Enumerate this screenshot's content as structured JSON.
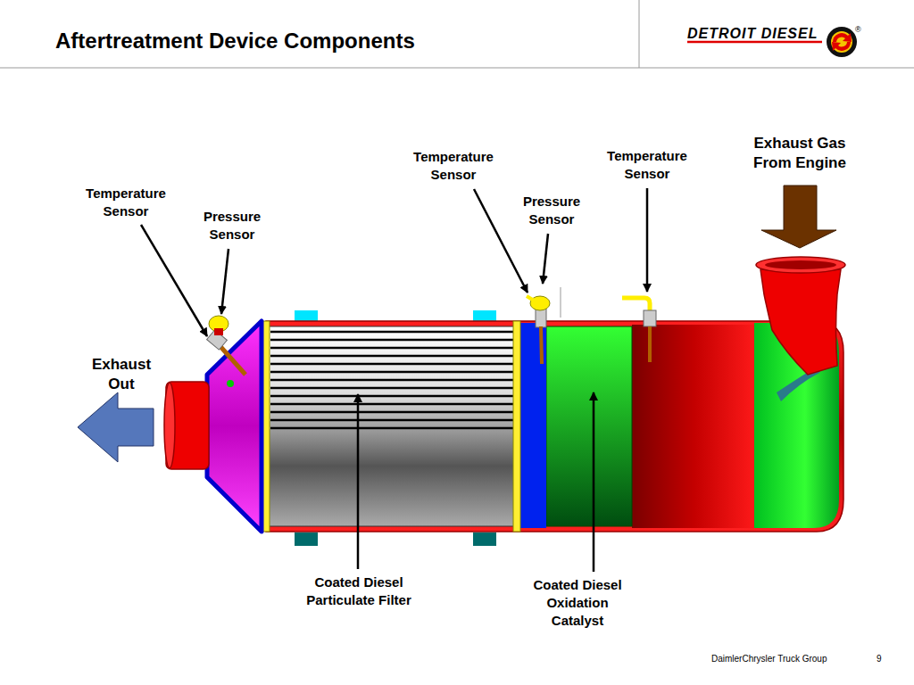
{
  "diagram": {
    "title": "Aftertreatment Device Components",
    "labels": [
      "DETROIT DIESEL",
      "®",
      "Temperature Sensor",
      "Pressure Sensor",
      "Temperature Sensor",
      "Pressure Sensor",
      "Temperature Sensor",
      "Exhaust Gas From Engine",
      "Exhaust Out",
      "Coated Diesel Particulate Filter",
      "Coated Diesel Oxidation Catalyst",
      "DaimlerChrysler Truck Group",
      "9"
    ]
  }
}
